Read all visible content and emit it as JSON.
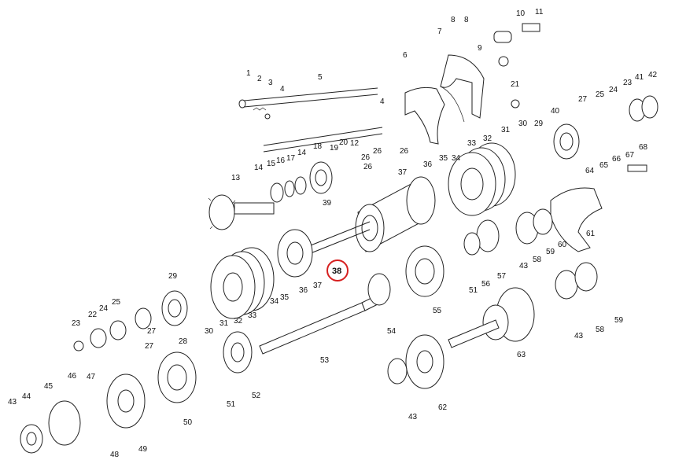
{
  "diagram": {
    "highlighted_part": "38",
    "labels": [
      "1",
      "2",
      "3",
      "4",
      "5",
      "4",
      "6",
      "7",
      "8",
      "9",
      "10",
      "11",
      "12",
      "13",
      "14",
      "15",
      "16",
      "17",
      "14",
      "18",
      "19",
      "20",
      "21",
      "22",
      "23",
      "24",
      "25",
      "26",
      "26",
      "26",
      "27",
      "27",
      "28",
      "29",
      "29",
      "30",
      "30",
      "31",
      "31",
      "32",
      "32",
      "33",
      "33",
      "34",
      "34",
      "35",
      "35",
      "36",
      "36",
      "37",
      "37",
      "38",
      "39",
      "40",
      "41",
      "42",
      "43",
      "43",
      "43",
      "43",
      "44",
      "45",
      "46",
      "47",
      "48",
      "49",
      "50",
      "51",
      "51",
      "52",
      "53",
      "54",
      "55",
      "56",
      "57",
      "58",
      "58",
      "59",
      "59",
      "60",
      "61",
      "62",
      "63",
      "64",
      "65",
      "66",
      "67",
      "68",
      "23",
      "24",
      "25",
      "26",
      "27",
      "8"
    ]
  }
}
